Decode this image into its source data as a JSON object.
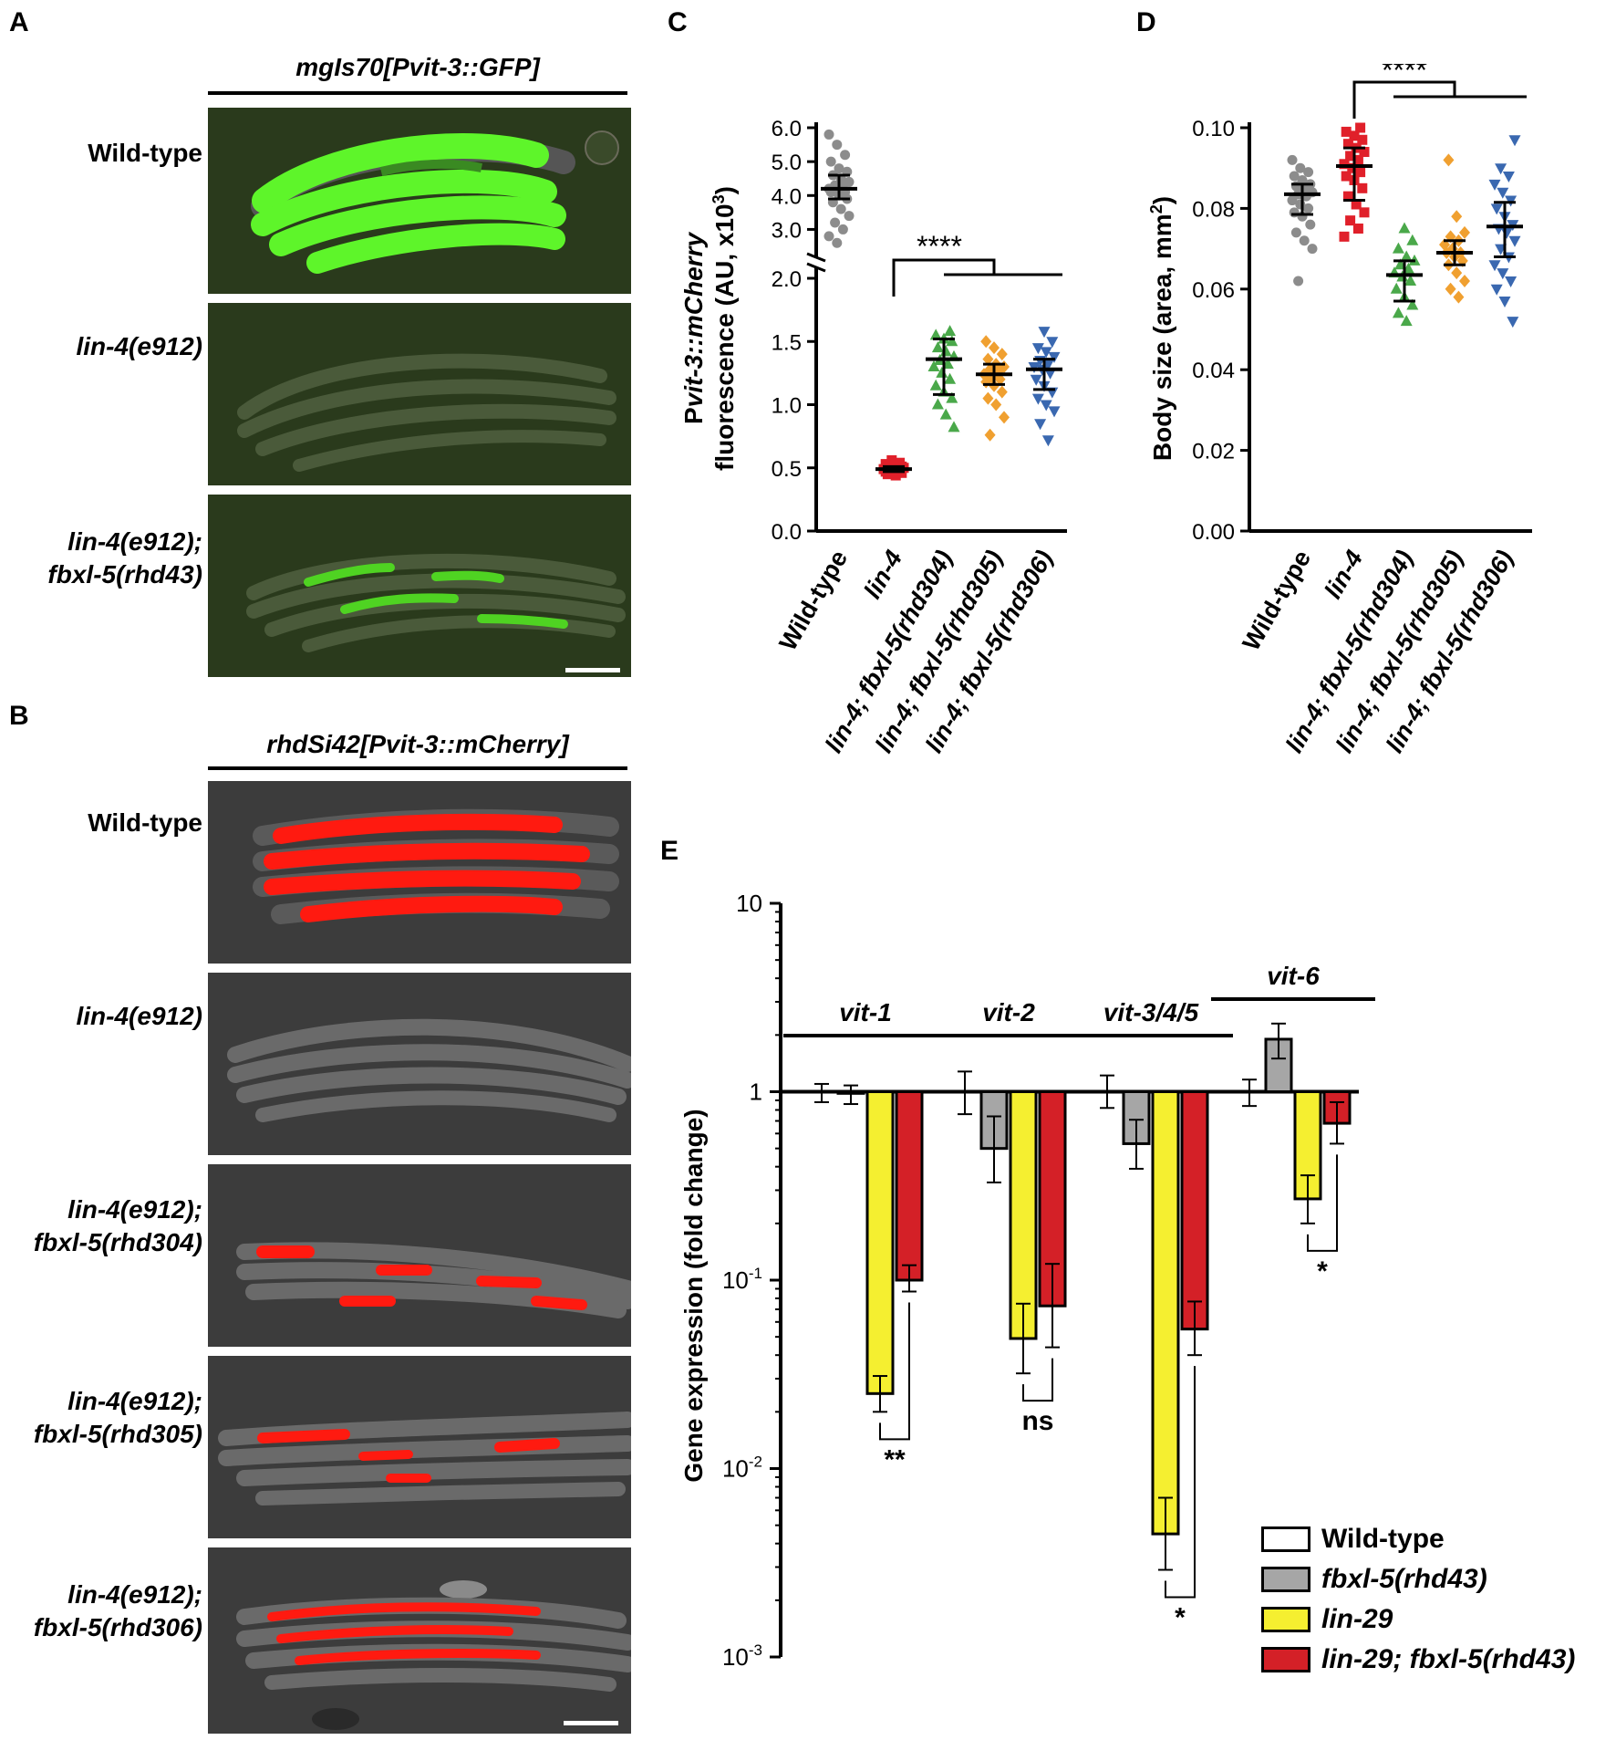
{
  "panels": {
    "A": {
      "letter": "A",
      "title": "mgIs70[Pvit-3::GFP]",
      "rows": [
        {
          "line1": "Wild-type",
          "line2": ""
        },
        {
          "line1": "lin-4(e912)",
          "line2": ""
        },
        {
          "line1": "lin-4(e912);",
          "line2": "fbxl-5(rhd43)"
        }
      ]
    },
    "B": {
      "letter": "B",
      "title": "rhdSi42[Pvit-3::mCherry]",
      "rows": [
        {
          "line1": "Wild-type",
          "line2": ""
        },
        {
          "line1": "lin-4(e912)",
          "line2": ""
        },
        {
          "line1": "lin-4(e912);",
          "line2": "fbxl-5(rhd304)"
        },
        {
          "line1": "lin-4(e912);",
          "line2": "fbxl-5(rhd305)"
        },
        {
          "line1": "lin-4(e912);",
          "line2": "fbxl-5(rhd306)"
        }
      ]
    },
    "C": {
      "letter": "C"
    },
    "D": {
      "letter": "D"
    },
    "E": {
      "letter": "E"
    }
  },
  "colors": {
    "wildtype_dots": "#8c8c8c",
    "lin4_dots": "#e0202a",
    "rhd304_dots": "#4aa84a",
    "rhd305_dots": "#f0a030",
    "rhd306_dots": "#3a68b0",
    "bar_white": "#ffffff",
    "bar_gray": "#a6a6a6",
    "bar_yellow": "#f5ef30",
    "bar_red": "#d42027",
    "gfp": "#5ef52a",
    "mcherry": "#ff1a10"
  },
  "chart_data": [
    {
      "panel": "C",
      "type": "scatter",
      "title": "",
      "ylabel_parts": [
        "P",
        "vit-3::mCherry",
        "fluorescence (AU, x10",
        "3",
        ")"
      ],
      "upper_axis": {
        "range": [
          2.5,
          6.0
        ],
        "ticks": [
          "6.0",
          "5.0",
          "4.0",
          "3.0"
        ]
      },
      "lower_axis": {
        "range": [
          0.0,
          2.0
        ],
        "ticks": [
          "2.0",
          "1.5",
          "1.0",
          "0.5",
          "0.0"
        ]
      },
      "categories": [
        "Wild-type",
        "lin-4",
        "lin-4; fbxl-5(rhd304)",
        "lin-4; fbxl-5(rhd305)",
        "lin-4; fbxl-5(rhd306)"
      ],
      "series": [
        {
          "median": 4.2,
          "q1": 3.9,
          "q3": 4.6,
          "points": [
            5.8,
            5.5,
            5.2,
            5.0,
            4.8,
            4.7,
            4.6,
            4.5,
            4.4,
            4.3,
            4.3,
            4.2,
            4.2,
            4.1,
            4.1,
            4.0,
            3.9,
            3.8,
            3.6,
            3.4,
            3.2,
            3.0,
            2.8,
            2.6
          ]
        },
        {
          "median": 0.49,
          "q1": 0.47,
          "q3": 0.51,
          "points": [
            0.56,
            0.54,
            0.53,
            0.52,
            0.51,
            0.51,
            0.5,
            0.5,
            0.5,
            0.49,
            0.49,
            0.48,
            0.48,
            0.47,
            0.47,
            0.46,
            0.45,
            0.44
          ]
        },
        {
          "median": 1.36,
          "q1": 1.08,
          "q3": 1.52,
          "points": [
            1.58,
            1.55,
            1.52,
            1.5,
            1.45,
            1.42,
            1.38,
            1.35,
            1.32,
            1.3,
            1.25,
            1.2,
            1.15,
            1.1,
            1.05,
            1.0,
            0.92,
            0.82
          ]
        },
        {
          "median": 1.24,
          "q1": 1.16,
          "q3": 1.32,
          "points": [
            1.5,
            1.45,
            1.4,
            1.36,
            1.32,
            1.3,
            1.28,
            1.26,
            1.24,
            1.22,
            1.2,
            1.18,
            1.15,
            1.1,
            1.05,
            1.0,
            0.9,
            0.76
          ]
        },
        {
          "median": 1.28,
          "q1": 1.12,
          "q3": 1.36,
          "points": [
            1.58,
            1.5,
            1.45,
            1.42,
            1.38,
            1.35,
            1.32,
            1.3,
            1.28,
            1.25,
            1.2,
            1.15,
            1.1,
            1.05,
            1.0,
            0.95,
            0.85,
            0.72
          ]
        }
      ],
      "annotations": [
        {
          "text": "****"
        }
      ]
    },
    {
      "panel": "D",
      "type": "scatter",
      "title": "",
      "ylabel_parts": [
        "Body size (area, mm",
        "2",
        ")"
      ],
      "ylim": [
        0.0,
        0.1
      ],
      "ticks": [
        "0.10",
        "0.08",
        "0.06",
        "0.04",
        "0.02",
        "0.00"
      ],
      "categories": [
        "Wild-type",
        "lin-4",
        "lin-4; fbxl-5(rhd304)",
        "lin-4; fbxl-5(rhd305)",
        "lin-4; fbxl-5(rhd306)"
      ],
      "series": [
        {
          "median": 0.0835,
          "q1": 0.0785,
          "q3": 0.086,
          "points": [
            0.092,
            0.09,
            0.089,
            0.088,
            0.087,
            0.086,
            0.0855,
            0.085,
            0.084,
            0.0835,
            0.083,
            0.082,
            0.081,
            0.08,
            0.079,
            0.078,
            0.076,
            0.074,
            0.072,
            0.07,
            0.062
          ]
        },
        {
          "median": 0.0905,
          "q1": 0.082,
          "q3": 0.095,
          "points": [
            0.1,
            0.099,
            0.098,
            0.097,
            0.096,
            0.095,
            0.094,
            0.093,
            0.092,
            0.091,
            0.09,
            0.089,
            0.088,
            0.087,
            0.085,
            0.083,
            0.081,
            0.079,
            0.077,
            0.075,
            0.073
          ]
        },
        {
          "median": 0.0635,
          "q1": 0.057,
          "q3": 0.067,
          "points": [
            0.075,
            0.072,
            0.07,
            0.068,
            0.067,
            0.066,
            0.065,
            0.064,
            0.063,
            0.062,
            0.06,
            0.058,
            0.056,
            0.054,
            0.052
          ]
        },
        {
          "median": 0.069,
          "q1": 0.066,
          "q3": 0.072,
          "points": [
            0.092,
            0.078,
            0.074,
            0.073,
            0.072,
            0.071,
            0.07,
            0.069,
            0.069,
            0.068,
            0.067,
            0.066,
            0.064,
            0.062,
            0.06,
            0.058
          ]
        },
        {
          "median": 0.0755,
          "q1": 0.068,
          "q3": 0.0815,
          "points": [
            0.097,
            0.09,
            0.088,
            0.086,
            0.084,
            0.082,
            0.08,
            0.078,
            0.076,
            0.075,
            0.074,
            0.072,
            0.07,
            0.068,
            0.066,
            0.064,
            0.062,
            0.06,
            0.057,
            0.052
          ]
        }
      ],
      "annotations": [
        {
          "text": "****"
        }
      ]
    },
    {
      "panel": "E",
      "type": "bar",
      "title": "",
      "ylabel": "Gene expression (fold change)",
      "yscale": "log",
      "ylim": [
        0.001,
        10
      ],
      "ticks": [
        {
          "base": "10",
          "exp": ""
        },
        {
          "base": "1",
          "exp": ""
        },
        {
          "base": "10",
          "exp": "-1"
        },
        {
          "base": "10",
          "exp": "-2"
        },
        {
          "base": "10",
          "exp": "-3"
        }
      ],
      "categories": [
        "vit-1",
        "vit-2",
        "vit-3/4/5",
        "vit-6"
      ],
      "series": [
        {
          "name": "Wild-type",
          "values": [
            1.0,
            1.0,
            1.0,
            1.0
          ],
          "err_low": [
            0.88,
            0.76,
            0.82,
            0.84
          ],
          "err_high": [
            1.1,
            1.28,
            1.22,
            1.16
          ]
        },
        {
          "name": "fbxl-5(rhd43)",
          "values": [
            0.98,
            0.5,
            0.53,
            1.9
          ],
          "err_low": [
            0.86,
            0.33,
            0.39,
            1.5
          ],
          "err_high": [
            1.08,
            0.74,
            0.71,
            2.3
          ]
        },
        {
          "name": "lin-29",
          "values": [
            0.025,
            0.049,
            0.0045,
            0.27
          ],
          "err_low": [
            0.02,
            0.032,
            0.0029,
            0.2
          ],
          "err_high": [
            0.031,
            0.075,
            0.007,
            0.36
          ]
        },
        {
          "name": "lin-29; fbxl-5(rhd43)",
          "values": [
            0.1,
            0.073,
            0.055,
            0.68
          ],
          "err_low": [
            0.087,
            0.044,
            0.04,
            0.53
          ],
          "err_high": [
            0.12,
            0.122,
            0.077,
            0.88
          ]
        }
      ],
      "annotations": [
        {
          "text": "**",
          "category": "vit-1"
        },
        {
          "text": "ns",
          "category": "vit-2"
        },
        {
          "text": "*",
          "category": "vit-3/4/5"
        },
        {
          "text": "*",
          "category": "vit-6"
        }
      ],
      "legend_position": "bottom-right"
    }
  ]
}
